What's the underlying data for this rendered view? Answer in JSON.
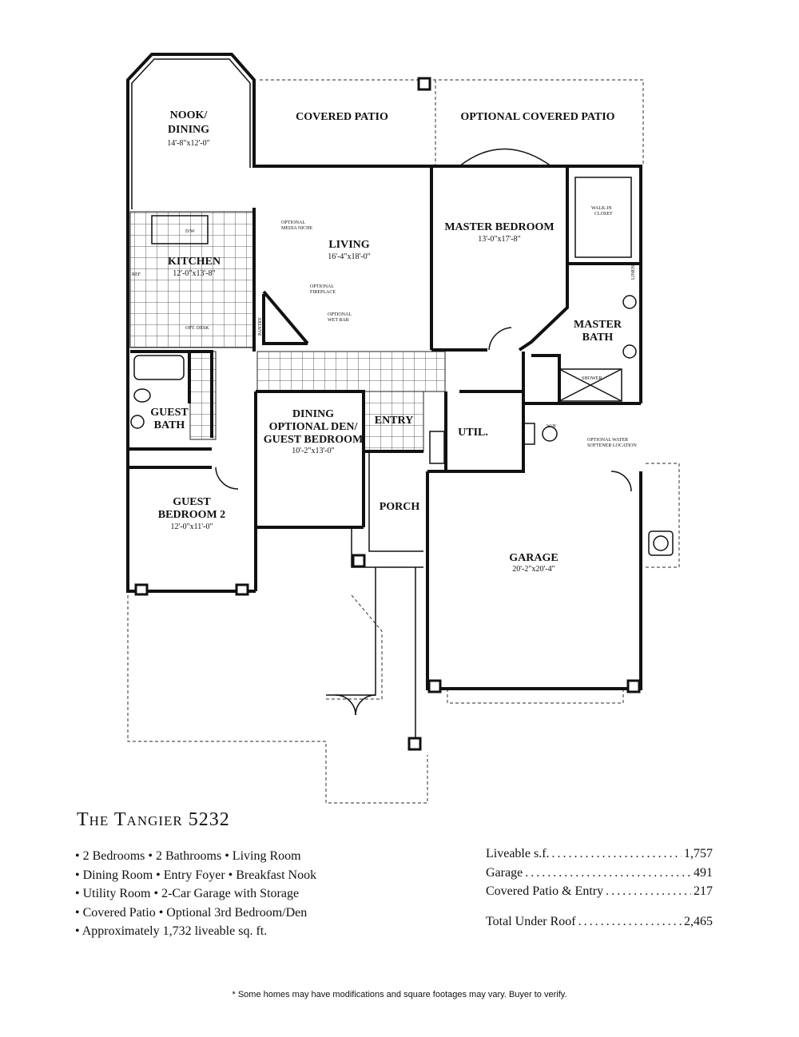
{
  "plan": {
    "rooms": {
      "nook": "NOOK/",
      "nook_line2": "DINING",
      "nook_dim": "14'-8\"x12'-0\"",
      "covered_patio": "COVERED PATIO",
      "optional_covered_patio": "OPTIONAL COVERED PATIO",
      "kitchen": "KITCHEN",
      "kitchen_dim": "12'-0\"x13'-8\"",
      "living": "LIVING",
      "living_dim": "16'-4\"x18'-0\"",
      "master_bedroom": "MASTER BEDROOM",
      "master_bedroom_dim": "13'-0\"x17'-8\"",
      "master_bath": "MASTER",
      "master_bath_line2": "BATH",
      "guest_bath": "GUEST",
      "guest_bath_line2": "BATH",
      "dining_den": "DINING",
      "dining_den_line2": "OPTIONAL DEN/",
      "dining_den_line3": "GUEST BEDROOM",
      "dining_den_dim": "10'-2\"x13'-0\"",
      "entry": "ENTRY",
      "util": "UTIL.",
      "guest_bedroom": "GUEST",
      "guest_bedroom_line2": "BEDROOM 2",
      "guest_bedroom_dim": "12'-0\"x11'-0\"",
      "porch": "PORCH",
      "garage": "GARAGE",
      "garage_dim": "20'-2\"x20'-4\""
    },
    "notes": {
      "dw": "D/W",
      "optional_media": "OPTIONAL",
      "optional_media_line2": "MEDIA NICHE",
      "optional_fireplace": "OPTIONAL",
      "optional_fireplace_line2": "FIREPLACE",
      "optional_wet_bar": "OPTIONAL",
      "optional_wet_bar_line2": "WET BAR",
      "pantry": "PANTRY",
      "walkin_closet": "WALK-IN",
      "walkin_closet_line2": "CLOSET",
      "shower": "SHOWER",
      "linen": "LINEN",
      "optional_water_softener": "OPTIONAL WATER",
      "optional_water_softener_line2": "SOFTENER LOCATION",
      "water_heater": "W/H",
      "ref": "REF",
      "desk": "OPT. DESK"
    }
  },
  "title": "The Tangier 5232",
  "features": [
    "• 2 Bedrooms • 2 Bathrooms • Living Room",
    "• Dining Room • Entry Foyer • Breakfast Nook",
    "• Utility Room  • 2-Car Garage with Storage",
    "• Covered Patio • Optional 3rd Bedroom/Den",
    "• Approximately 1,732 liveable sq. ft."
  ],
  "stats": [
    {
      "label": "Liveable s.f.",
      "value": "1,757"
    },
    {
      "label": "Garage",
      "value": "491"
    },
    {
      "label": "Covered Patio & Entry",
      "value": "217"
    }
  ],
  "total": {
    "label": "Total Under Roof",
    "value": "2,465"
  },
  "disclaimer": "* Some homes may have modifications and square footages may vary. Buyer to verify."
}
